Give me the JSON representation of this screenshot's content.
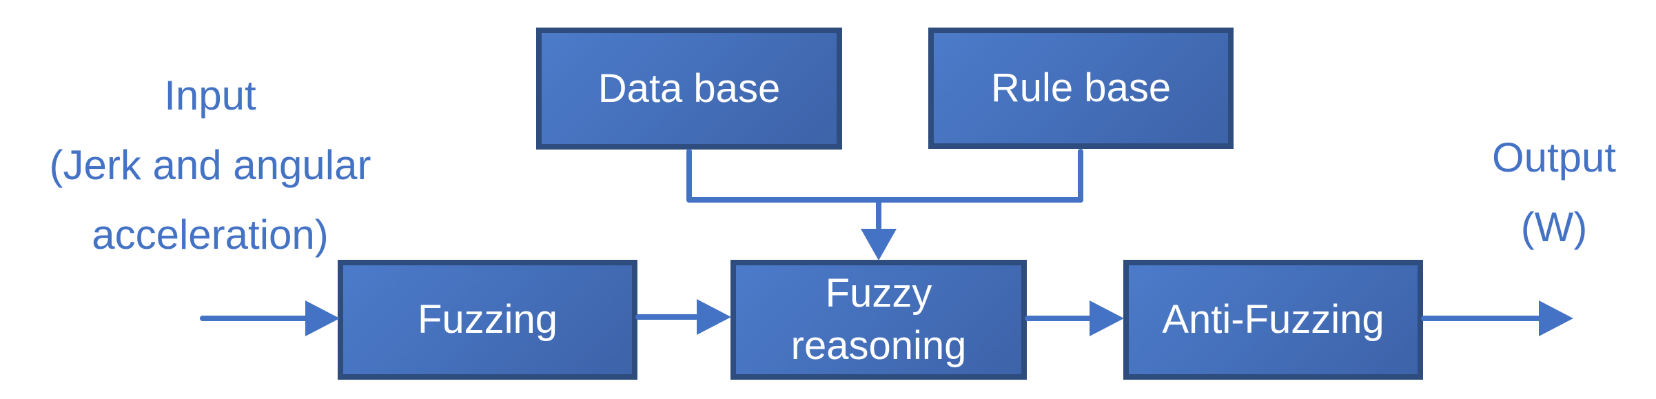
{
  "colors": {
    "connector": "#4472c4",
    "label_text": "#4472c4",
    "box_border": "#2e4d7e",
    "box_fill_light": "#4c7bca",
    "box_fill_dark": "#3d63a9",
    "box_text": "#ffffff",
    "background": "#ffffff"
  },
  "input_label": {
    "line1": "Input",
    "line2": "(Jerk and angular",
    "line3": "acceleration)"
  },
  "output_label": {
    "line1": "Output",
    "line2": "(W)"
  },
  "nodes": {
    "data_base": {
      "label": "Data base"
    },
    "rule_base": {
      "label": "Rule base"
    },
    "fuzzing": {
      "label": "Fuzzing"
    },
    "fuzzy_reasoning": {
      "line1": "Fuzzy",
      "line2": "reasoning"
    },
    "anti_fuzzing": {
      "label": "Anti-Fuzzing"
    }
  },
  "icons": {
    "arrowhead_right": "filled-triangle-pointing-right",
    "arrowhead_down": "filled-triangle-pointing-down"
  }
}
